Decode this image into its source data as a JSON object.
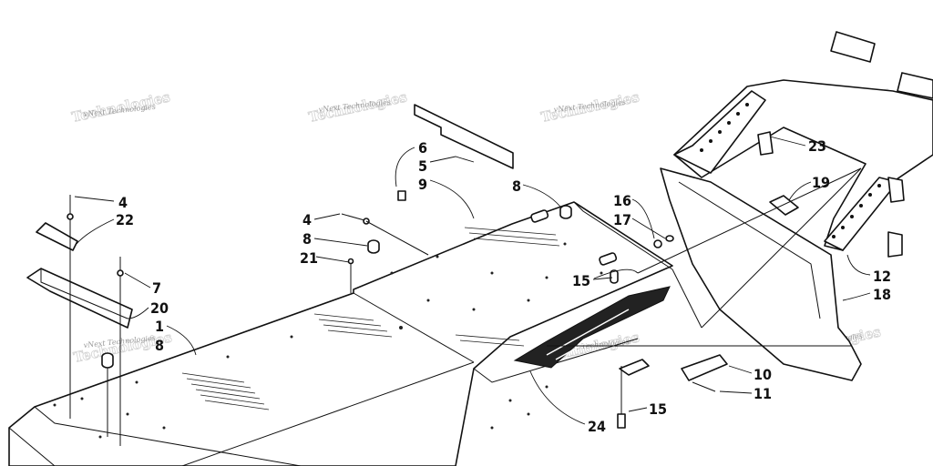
{
  "diagram": {
    "watermark_text": "vNext Technologies",
    "callouts": {
      "c1": "1",
      "c4a": "4",
      "c4b": "4",
      "c5": "5",
      "c6": "6",
      "c7": "7",
      "c8a": "8",
      "c8b": "8",
      "c8c": "8",
      "c9": "9",
      "c10": "10",
      "c11": "11",
      "c12": "12",
      "c15a": "15",
      "c15b": "15",
      "c16": "16",
      "c17": "17",
      "c18": "18",
      "c19": "19",
      "c20": "20",
      "c21": "21",
      "c22": "22",
      "c23": "23",
      "c24": "24"
    }
  }
}
